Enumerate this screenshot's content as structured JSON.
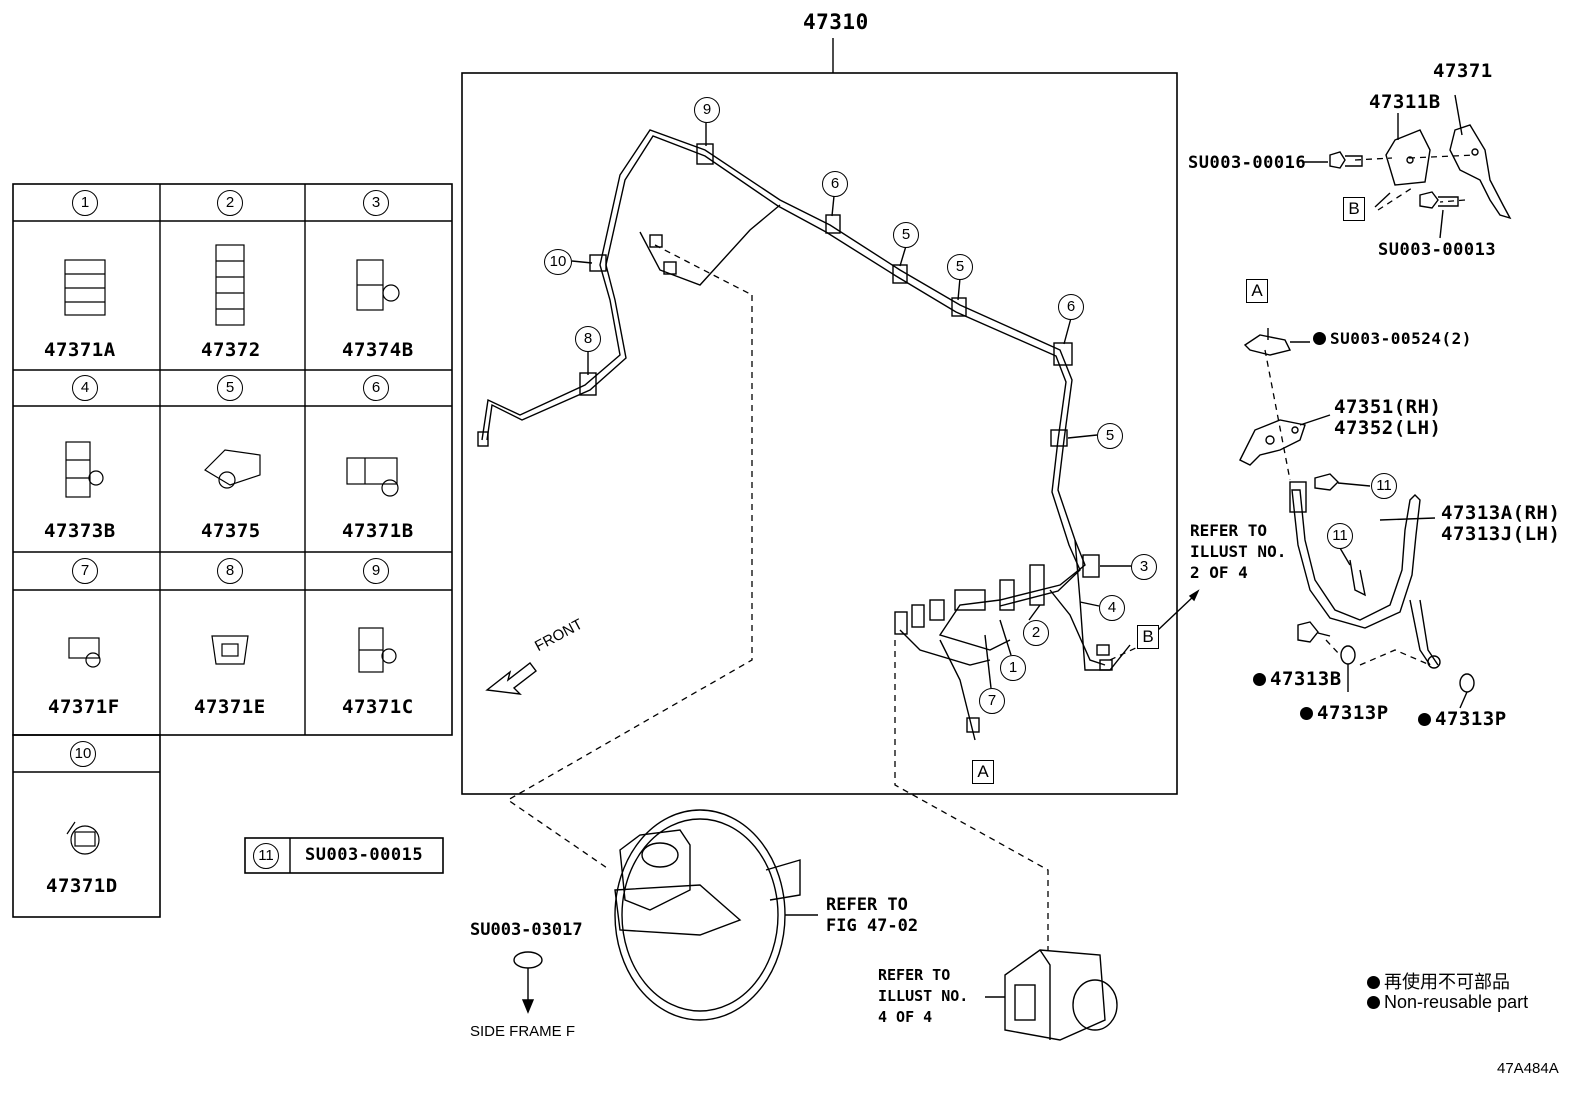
{
  "main_assembly": "47310",
  "clip_table": [
    {
      "num": "1",
      "part": "47371A"
    },
    {
      "num": "2",
      "part": "47372"
    },
    {
      "num": "3",
      "part": "47374B"
    },
    {
      "num": "4",
      "part": "47373B"
    },
    {
      "num": "5",
      "part": "47375"
    },
    {
      "num": "6",
      "part": "47371B"
    },
    {
      "num": "7",
      "part": "47371F"
    },
    {
      "num": "8",
      "part": "47371E"
    },
    {
      "num": "9",
      "part": "47371C"
    },
    {
      "num": "10",
      "part": "47371D"
    }
  ],
  "bolt_ref": {
    "num": "11",
    "part": "SU003-00015"
  },
  "front_label": "FRONT",
  "box_a": "A",
  "box_b": "B",
  "refer_illust_2": [
    "REFER TO",
    "ILLUST NO.",
    "2 OF 4"
  ],
  "refer_fig": [
    "REFER TO",
    "FIG 47-02"
  ],
  "refer_illust_4": [
    "REFER TO",
    "ILLUST NO.",
    "4 OF 4"
  ],
  "grommet_part": "SU003-03017",
  "side_frame": "SIDE FRAME F",
  "bracket_parts": {
    "p47371": "47371",
    "p47311b": "47311B",
    "bolt1": "SU003-00016",
    "bolt2": "SU003-00013"
  },
  "hose_parts": {
    "clip_a": "SU003-00524(2)",
    "bracket_rh": "47351(RH)",
    "bracket_lh": "47352(LH)",
    "hose_rh": "47313A(RH)",
    "hose_lh": "47313J(LH)",
    "bolt": "47313B",
    "gasket1": "47313P",
    "gasket2": "47313P"
  },
  "legend": {
    "jp": "再使用不可部品",
    "en": "Non-reusable part"
  },
  "diagram_id": "47A484A"
}
